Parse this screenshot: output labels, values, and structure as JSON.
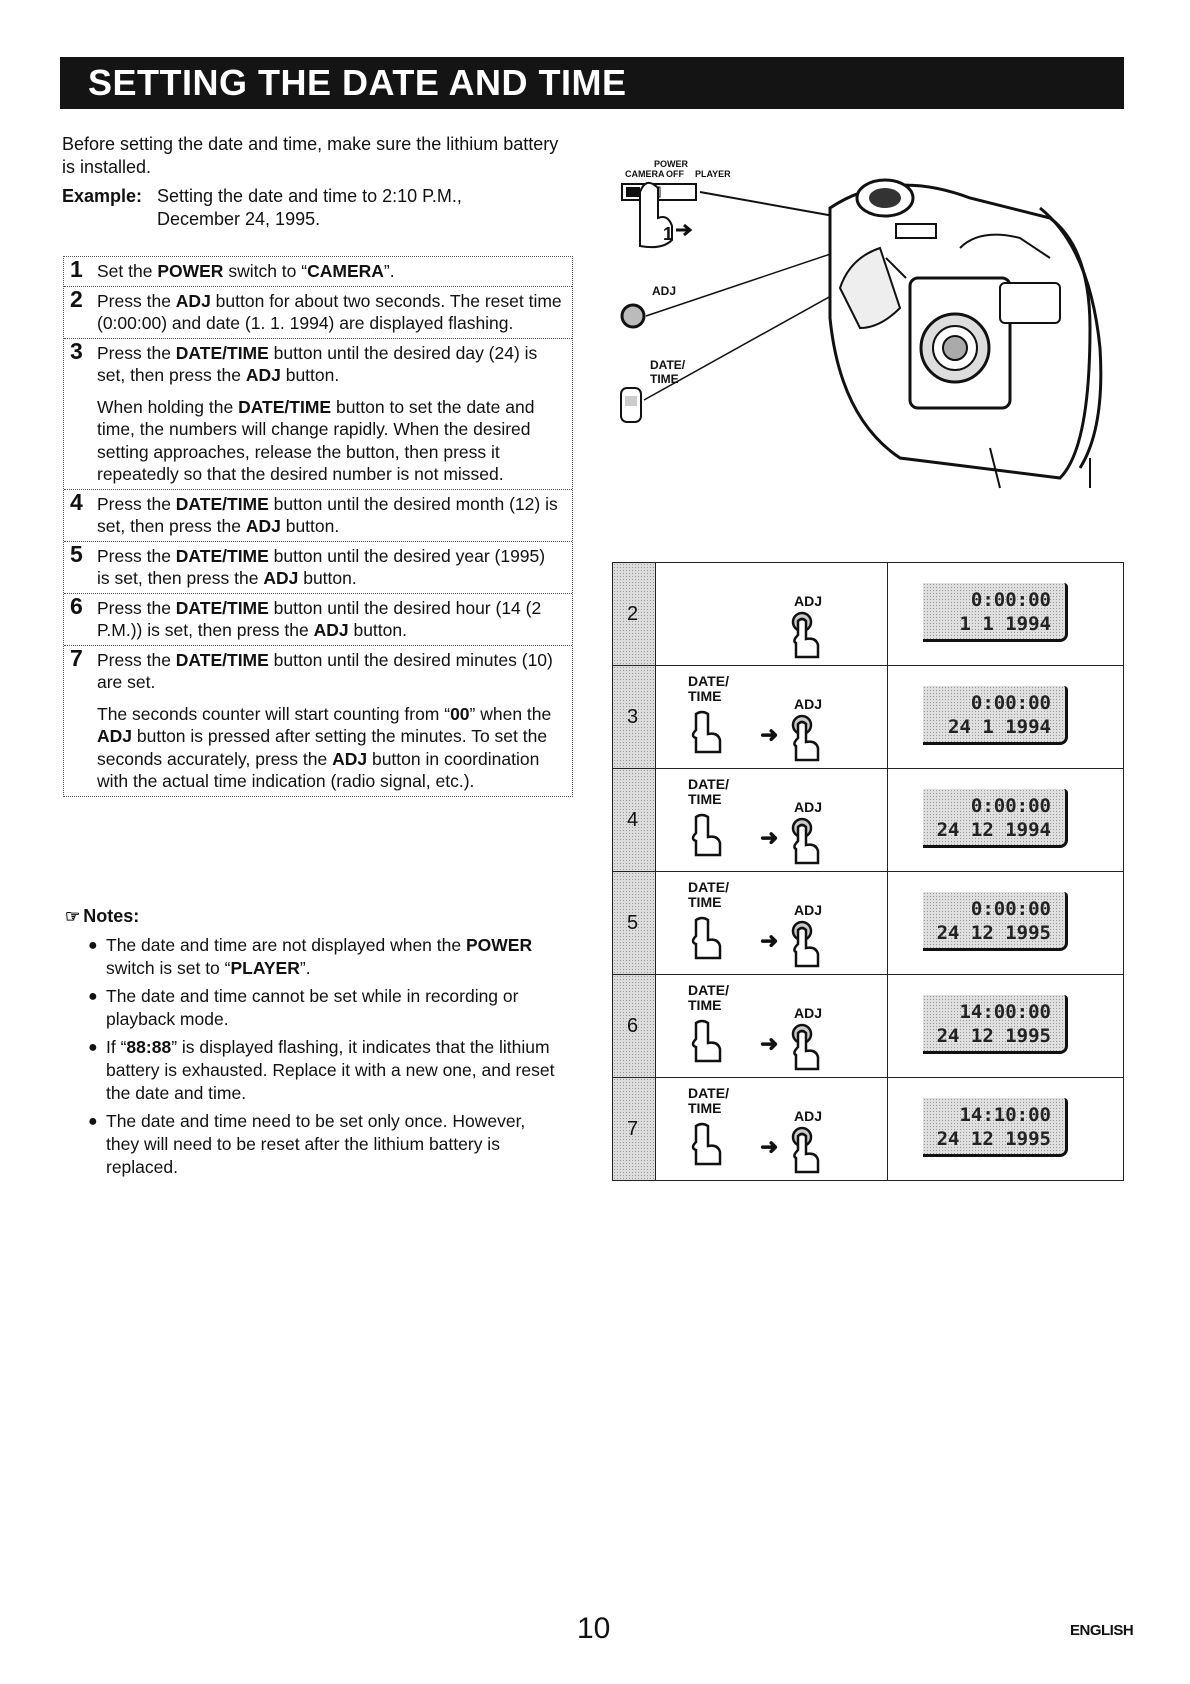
{
  "title": "SETTING THE DATE AND TIME",
  "intro": "Before setting the date and time, make sure the lithium battery is installed.",
  "example": {
    "label": "Example:",
    "line1": "Setting the date and time to 2:10 P.M.,",
    "line2": "December 24, 1995."
  },
  "steps": [
    {
      "num": "1",
      "parts": [
        "Set the ",
        "POWER",
        " switch to “",
        "CAMERA",
        "”."
      ]
    },
    {
      "num": "2",
      "parts": [
        "Press the ",
        "ADJ",
        " button for about two seconds. The reset time (0:00:00) and date (1. 1. 1994) are displayed flashing."
      ]
    },
    {
      "num": "3",
      "parts": [
        "Press the ",
        "DATE/TIME",
        " button until the desired day (24) is set, then press the ",
        "ADJ",
        " button."
      ],
      "extra": [
        "When holding the ",
        "DATE/TIME",
        " button to set the date and time, the numbers will change rapidly. When the desired setting approaches, release the button, then press it repeatedly so that the desired number is not missed."
      ]
    },
    {
      "num": "4",
      "parts": [
        "Press the ",
        "DATE/TIME",
        " button until the desired month (12) is set, then press the ",
        "ADJ",
        " button."
      ]
    },
    {
      "num": "5",
      "parts": [
        "Press the ",
        "DATE/TIME",
        " button until the desired year (1995) is set, then press the ",
        "ADJ",
        " button."
      ]
    },
    {
      "num": "6",
      "parts": [
        "Press the ",
        "DATE/TIME",
        " button until the desired hour (14 (2 P.M.)) is set, then press the ",
        "ADJ",
        " button."
      ]
    },
    {
      "num": "7",
      "parts": [
        "Press the ",
        "DATE/TIME",
        " button until the desired minutes (10) are set."
      ],
      "extra": [
        "The seconds counter will start counting from “",
        "00",
        "” when the ",
        "ADJ",
        " button is pressed after setting the minutes. To set the seconds accurately, press the ",
        "ADJ",
        " button in coordination with the actual time indication (radio signal, etc.)."
      ]
    }
  ],
  "notes_title": "Notes:",
  "notes": [
    [
      "The date and time are not displayed when the ",
      "POWER",
      " switch is set to “",
      "PLAYER",
      "”."
    ],
    [
      "The date and time cannot be set while in recording or playback mode."
    ],
    [
      "If “",
      "88:88",
      "” is displayed flashing, it indicates that the lithium battery is exhausted. Replace it with a new one, and reset the date and time."
    ],
    [
      "The date and time need to be set only once. However, they will need to be reset after the lithium battery is replaced."
    ]
  ],
  "camera_labels": {
    "power": "POWER",
    "camera": "CAMERA",
    "off": "OFF",
    "player": "PLAYER",
    "adj": "ADJ",
    "date": "DATE/",
    "time": "TIME",
    "switch_pos": "1"
  },
  "table": [
    {
      "step": "2",
      "date_time": false,
      "lcd_line1": "0:00:00",
      "lcd_line2": "1 1 1994"
    },
    {
      "step": "3",
      "date_time": true,
      "lcd_line1": "0:00:00",
      "lcd_line2": "24 1 1994"
    },
    {
      "step": "4",
      "date_time": true,
      "lcd_line1": "0:00:00",
      "lcd_line2": "24 12 1994"
    },
    {
      "step": "5",
      "date_time": true,
      "lcd_line1": "0:00:00",
      "lcd_line2": "24 12 1995"
    },
    {
      "step": "6",
      "date_time": true,
      "lcd_line1": "14:00:00",
      "lcd_line2": "24 12 1995"
    },
    {
      "step": "7",
      "date_time": true,
      "lcd_line1": "14:10:00",
      "lcd_line2": "24 12 1995"
    }
  ],
  "table_labels": {
    "date": "DATE/",
    "time": "TIME",
    "adj": "ADJ"
  },
  "page_number": "10",
  "language": "ENGLISH"
}
